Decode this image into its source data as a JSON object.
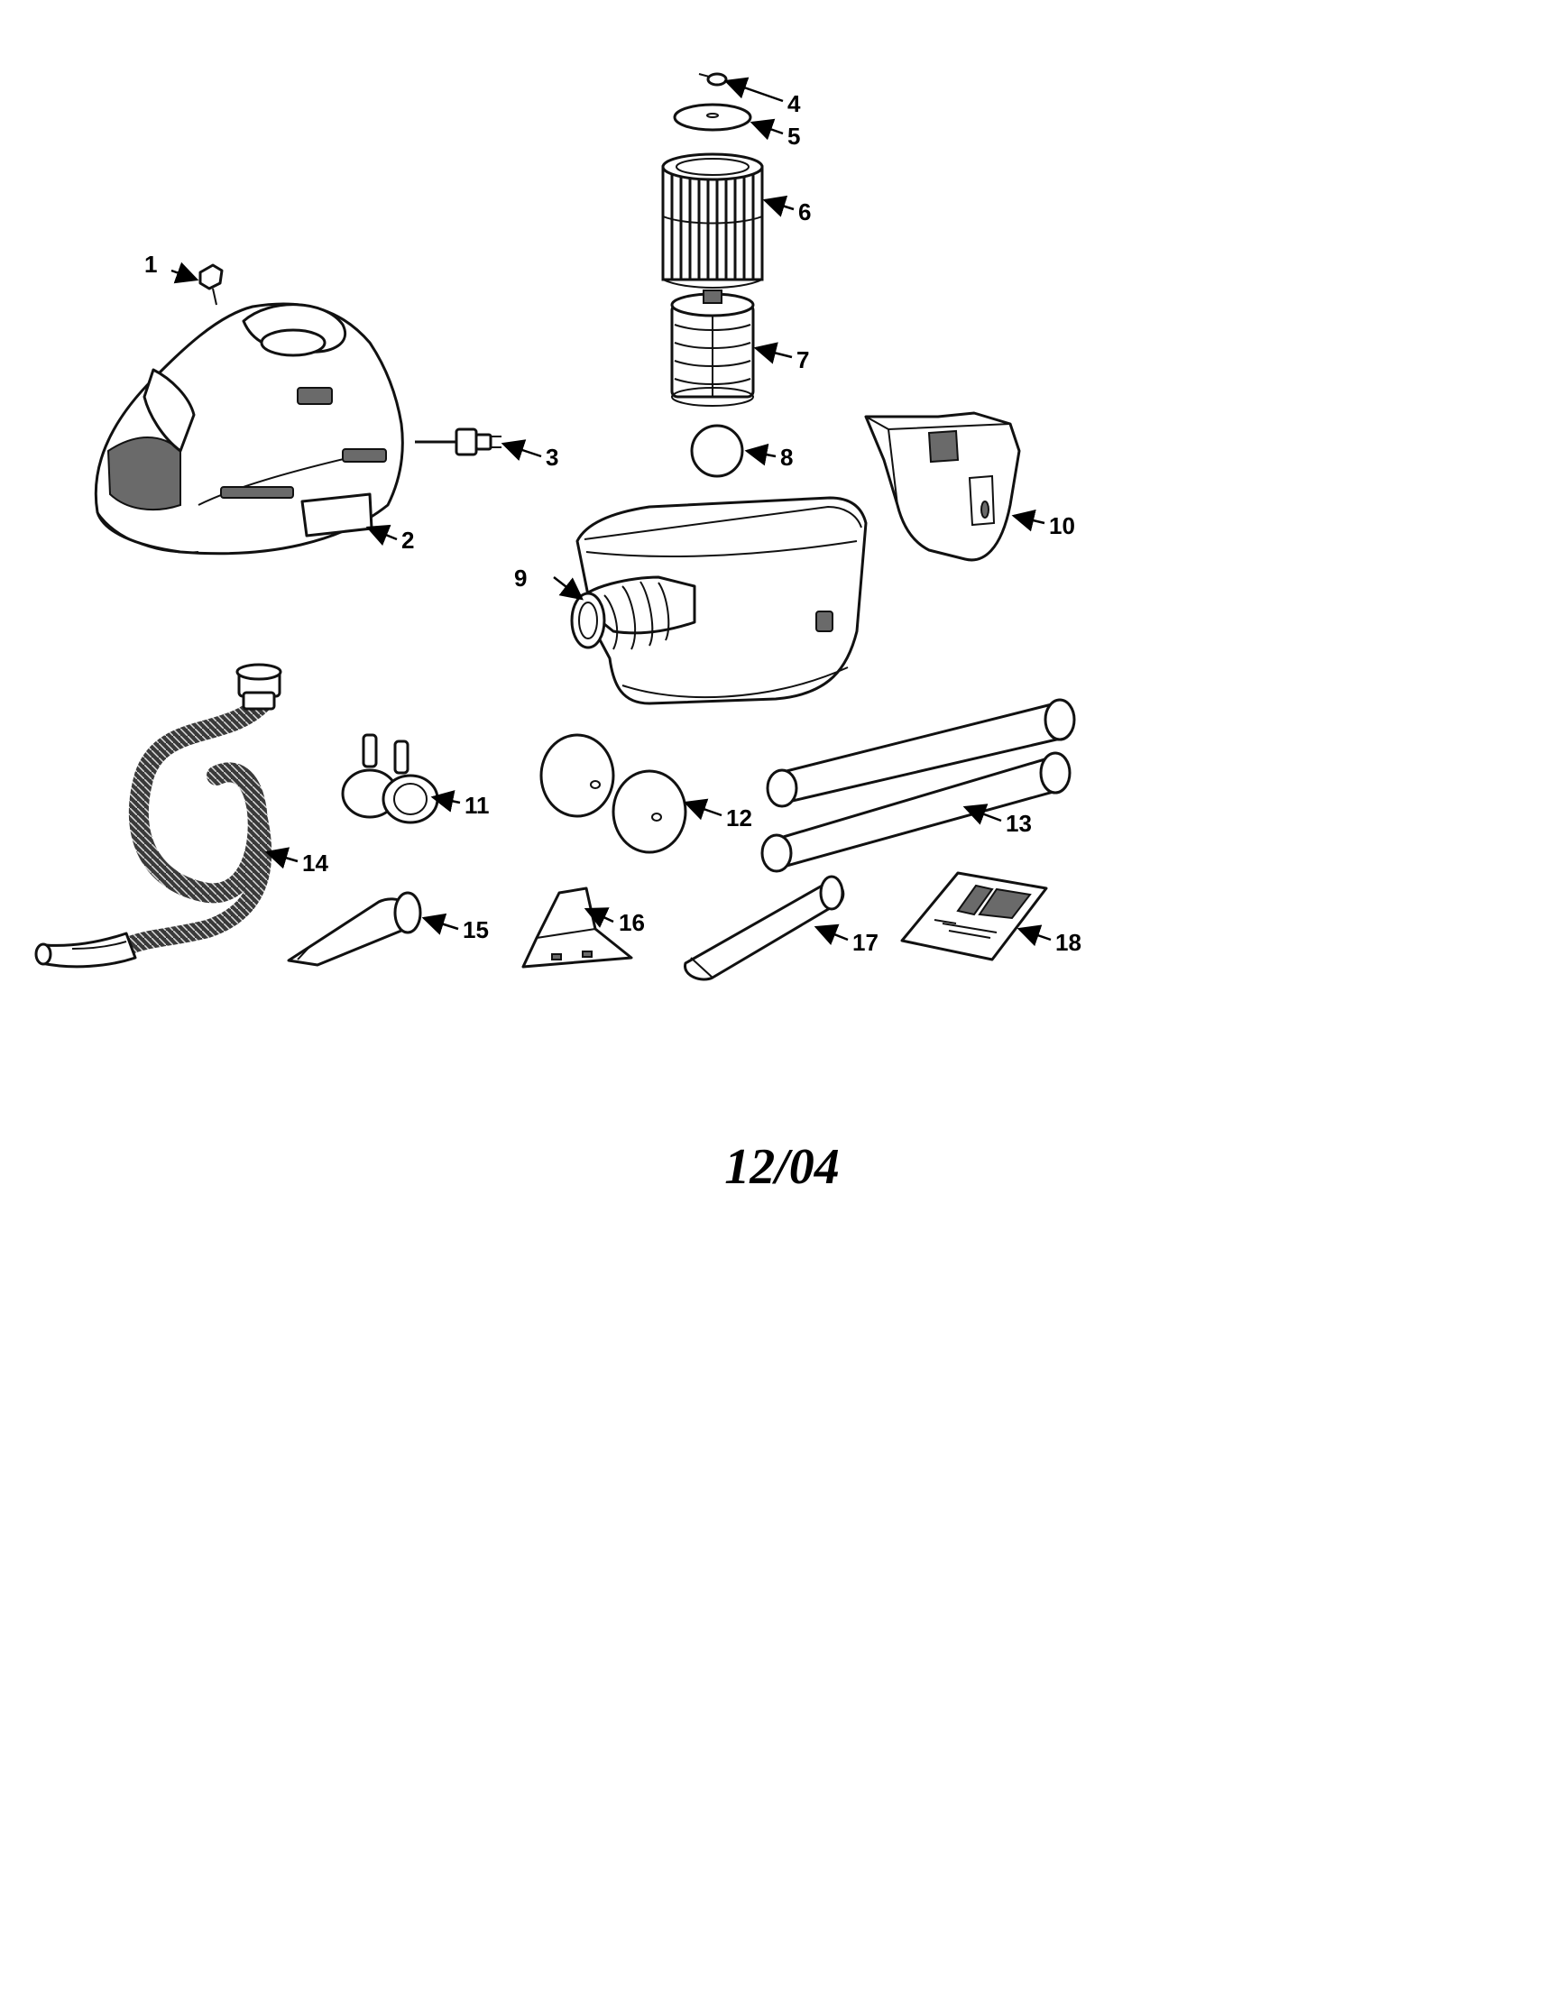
{
  "callouts": [
    "1",
    "2",
    "3",
    "4",
    "5",
    "6",
    "7",
    "8",
    "9",
    "10",
    "11",
    "12",
    "13",
    "14",
    "15",
    "16",
    "17",
    "18"
  ],
  "date_code": "12/04"
}
